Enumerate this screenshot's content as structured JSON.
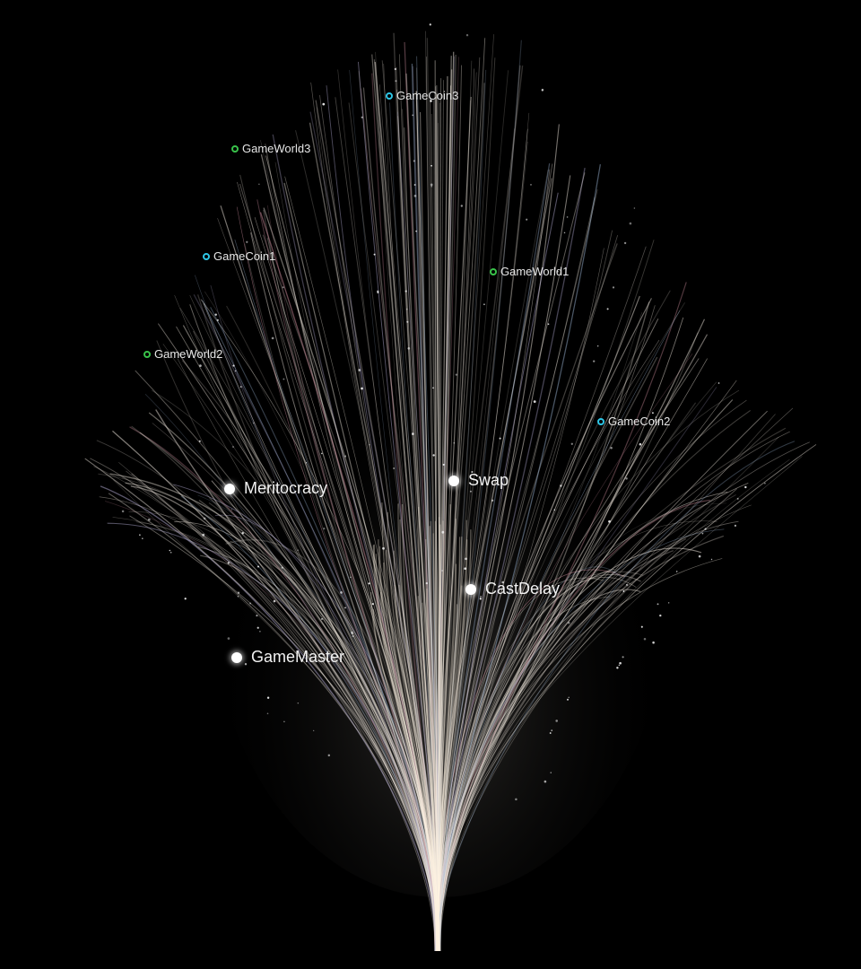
{
  "colors": {
    "background": "#000000",
    "stream": "#e9e2d8",
    "world_node": "#39c24a",
    "coin_node": "#2ec6e6",
    "primary_node": "#ffffff"
  },
  "nodes": {
    "gamecoin3": {
      "label": "GameCoin3",
      "kind": "coin"
    },
    "gameworld3": {
      "label": "GameWorld3",
      "kind": "world"
    },
    "gamecoin1": {
      "label": "GameCoin1",
      "kind": "coin"
    },
    "gameworld1": {
      "label": "GameWorld1",
      "kind": "world"
    },
    "gameworld2": {
      "label": "GameWorld2",
      "kind": "world"
    },
    "gamecoin2": {
      "label": "GameCoin2",
      "kind": "coin"
    },
    "meritocracy": {
      "label": "Meritocracy",
      "kind": "primary"
    },
    "swap": {
      "label": "Swap",
      "kind": "primary"
    },
    "castdelay": {
      "label": "CastDelay",
      "kind": "primary"
    },
    "gamemaster": {
      "label": "GameMaster",
      "kind": "primary"
    }
  }
}
